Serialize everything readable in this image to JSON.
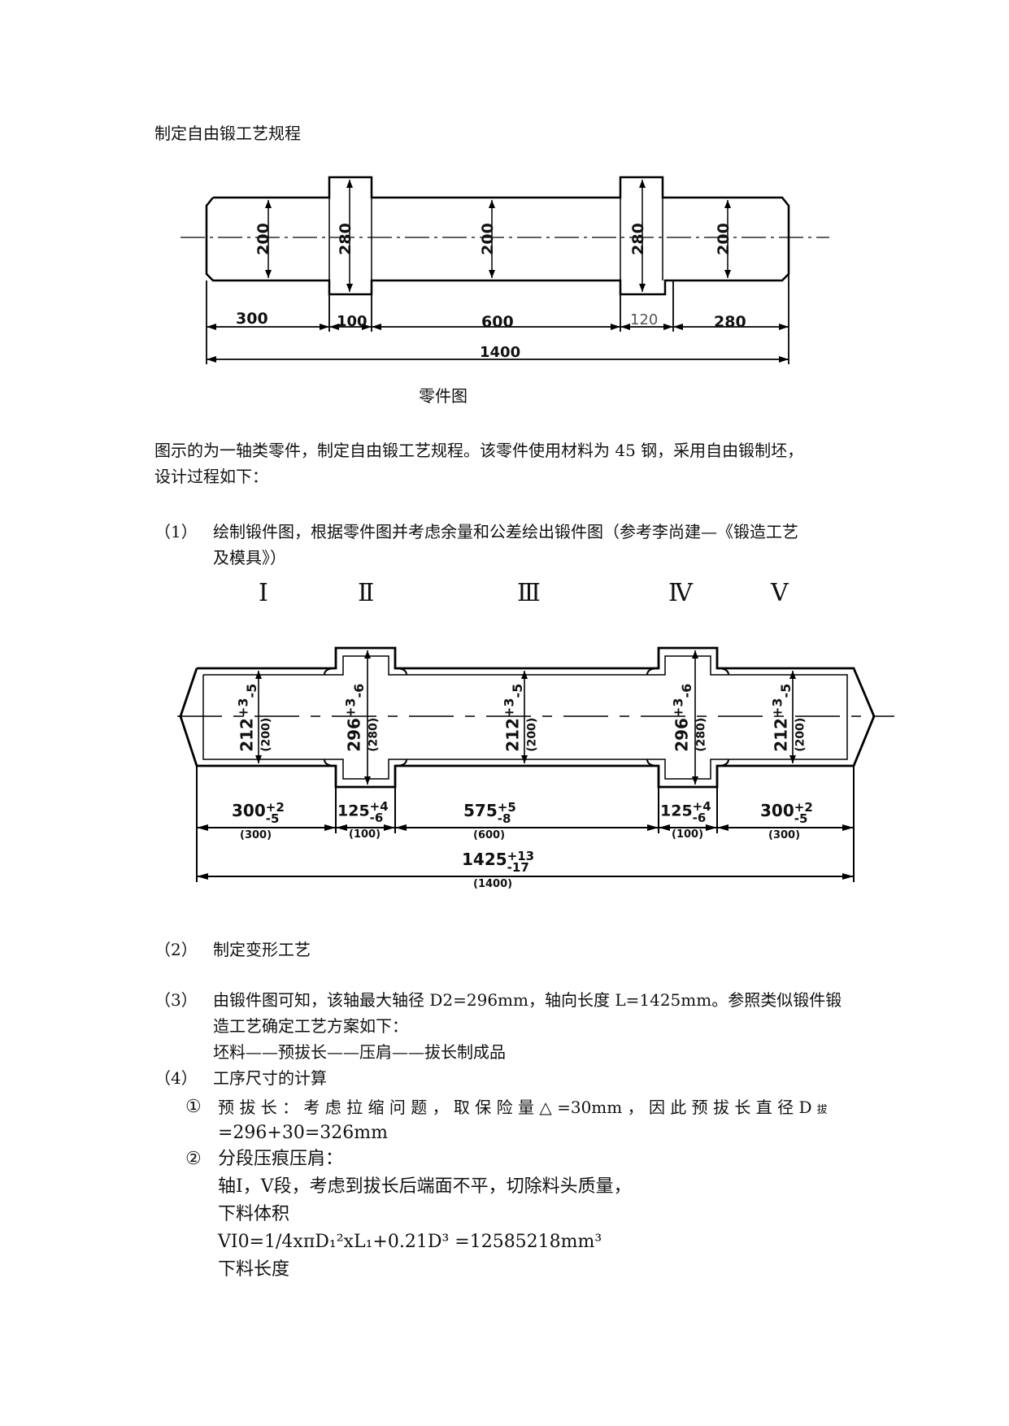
{
  "heading": "制定自由锻工艺规程",
  "part_drawing": {
    "caption": "零件图",
    "diameters": [
      "200",
      "280",
      "200",
      "280",
      "200"
    ],
    "lengths": [
      "300",
      "100",
      "600",
      "120",
      "280"
    ],
    "total": "1400"
  },
  "intro": {
    "line1": "图示的为一轴类零件，制定自由锻工艺规程。该零件使用材料为 45 钢，采用自由锻制坯，",
    "line2": "设计过程如下："
  },
  "step1": {
    "num": "（1）",
    "line1": "绘制锻件图，根据零件图并考虑余量和公差绘出锻件图（参考李尚建—《锻造工艺",
    "line2": "及模具》）"
  },
  "forging_drawing": {
    "sections": [
      "Ⅰ",
      "Ⅱ",
      "Ⅲ",
      "Ⅳ",
      "Ⅴ"
    ],
    "diameters": [
      {
        "value": "212",
        "tol_up": "+3",
        "tol_lo": "-5",
        "nominal": "(200)"
      },
      {
        "value": "296",
        "tol_up": "+3",
        "tol_lo": "-6",
        "nominal": "(280)"
      },
      {
        "value": "212",
        "tol_up": "+3",
        "tol_lo": "-5",
        "nominal": "(200)"
      },
      {
        "value": "296",
        "tol_up": "+3",
        "tol_lo": "-6",
        "nominal": "(280)"
      },
      {
        "value": "212",
        "tol_up": "+3",
        "tol_lo": "-5",
        "nominal": "(200)"
      }
    ],
    "lengths": [
      {
        "value": "300",
        "tol_up": "+2",
        "tol_lo": "-5",
        "nominal": "(300)"
      },
      {
        "value": "125",
        "tol_up": "+4",
        "tol_lo": "-6",
        "nominal": "(100)"
      },
      {
        "value": "575",
        "tol_up": "+5",
        "tol_lo": "-8",
        "nominal": "(600)"
      },
      {
        "value": "125",
        "tol_up": "+4",
        "tol_lo": "-6",
        "nominal": "(100)"
      },
      {
        "value": "300",
        "tol_up": "+2",
        "tol_lo": "-5",
        "nominal": "(300)"
      }
    ],
    "total": {
      "value": "1425",
      "tol_up": "+13",
      "tol_lo": "-17",
      "nominal": "(1400)"
    }
  },
  "step2": {
    "num": "（2）",
    "text": "制定变形工艺"
  },
  "step3": {
    "num": "（3）",
    "line1": "由锻件图可知，该轴最大轴径 D2=296mm，轴向长度 L=1425mm。参照类似锻件锻",
    "line2": "造工艺确定工艺方案如下：",
    "line3": "坯料——预拔长——压肩——拔长制成品"
  },
  "step4": {
    "num": "（4）",
    "text": "工序尺寸的计算",
    "sub1": {
      "mark": "①",
      "line1": "预 拔 长 ： 考 虑 拉 缩 问 题 ， 取 保 险 量 △ =30mm ， 因 此 预 拔 长 直 径  D",
      "sub": "拔",
      "line2": "=296+30=326mm"
    },
    "sub2": {
      "mark": "②",
      "line1": "分段压痕压肩：",
      "line2": "轴Ⅰ，Ⅴ段，考虑到拔长后端面不平，切除料头质量，",
      "line3": "下料体积",
      "formula": "VⅠ0=1/4xπD₁²xL₁+0.21D³ =12585218mm³",
      "line5": "下料长度"
    }
  }
}
